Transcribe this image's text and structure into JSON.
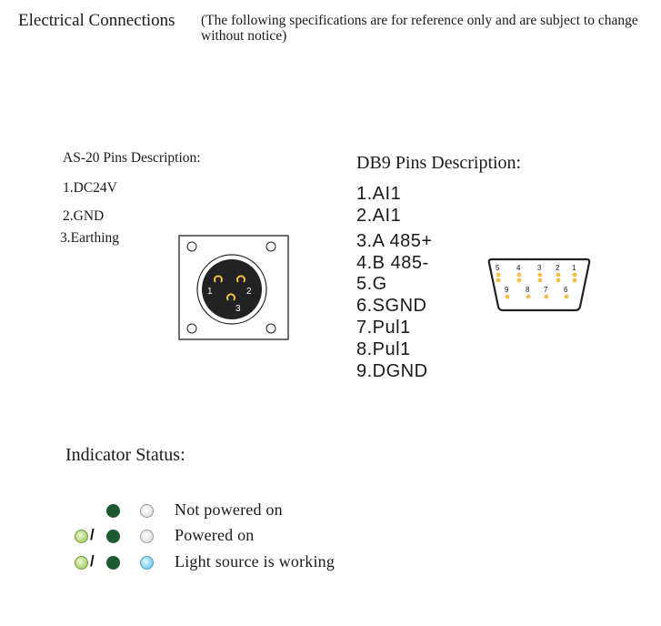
{
  "header": {
    "title": "Electrical Connections",
    "note_line1": "(The following specifications are for reference only and are subject to change",
    "note_line2": "without notice)"
  },
  "as20": {
    "title": "AS-20 Pins Description:",
    "pins": [
      "1.DC24V",
      "2.GND",
      "3.Earthing"
    ],
    "connector_labels": [
      "1",
      "2",
      "3"
    ]
  },
  "db9": {
    "title": "DB9 Pins Description:",
    "pins": [
      "1.AI1",
      "2.AI1",
      "3.A 485+",
      "4.B 485-",
      "5.G",
      "6.SGND",
      "7.Pul1",
      "8.Pul1",
      "9.DGND"
    ],
    "top_row_labels": [
      "5",
      "4",
      "3",
      "2",
      "1"
    ],
    "bottom_row_labels": [
      "9",
      "8",
      "7",
      "6"
    ]
  },
  "indicator": {
    "title": "Indicator Status:",
    "states": [
      "Not powered on",
      "Powered on",
      "Light source is working"
    ],
    "slash": "/"
  },
  "colors": {
    "dark_green": "#1d5a31",
    "light_green": "#a9d36b",
    "grey": "#e4e4e4",
    "blue": "#7ed0f2",
    "pin_gold": "#f0c04a"
  }
}
